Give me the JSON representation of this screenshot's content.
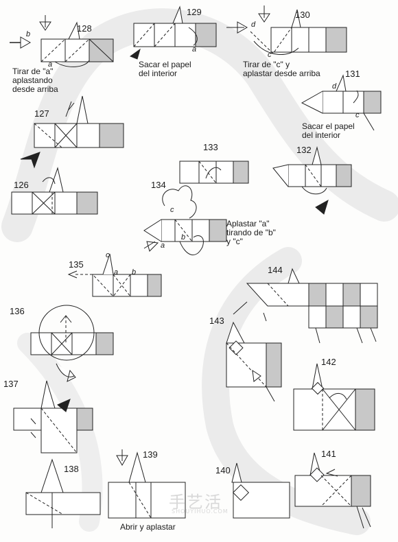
{
  "steps": {
    "s126": "126",
    "s127": "127",
    "s128": "128",
    "s129": "129",
    "s130": "130",
    "s131": "131",
    "s132": "132",
    "s133": "133",
    "s134": "134",
    "s135": "135",
    "s136": "136",
    "s137": "137",
    "s138": "138",
    "s139": "139",
    "s140": "140",
    "s141": "141",
    "s142": "142",
    "s143": "143",
    "s144": "144"
  },
  "captions": {
    "c128": "Tirar de \"a\"\naplastando\ndesde arriba",
    "c129": "Sacar el papel\ndel interior",
    "c130": "Tirar de \"c\" y\naplastar desde arriba",
    "c131": "Sacar el papel\ndel interior",
    "c134": "Aplastar \"a\"\ntirando de \"b\"\ny \"c\"",
    "c139": "Abrir y aplastar"
  },
  "labels": {
    "a": "a",
    "b": "b",
    "c": "c",
    "d": "d"
  },
  "watermark": {
    "logo": "手艺活",
    "url": "SHOUYIHUO.COM"
  }
}
